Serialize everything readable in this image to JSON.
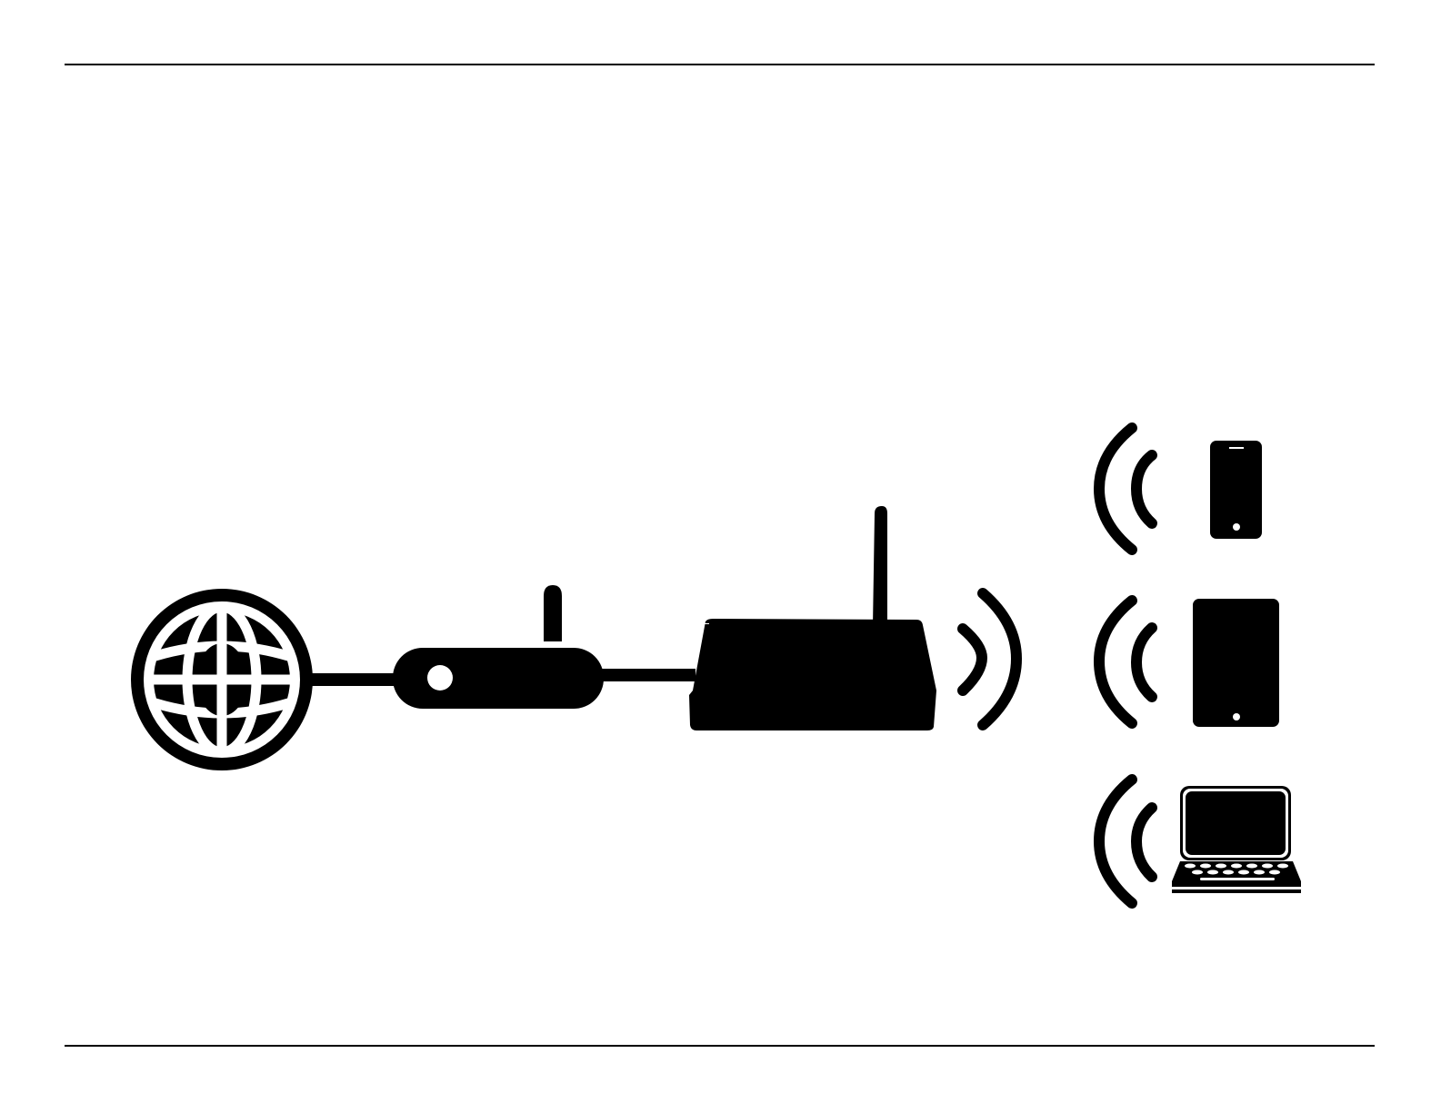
{
  "colors": {
    "ink": "#000000",
    "paper": "#ffffff"
  },
  "nodes": [
    {
      "id": "internet",
      "icon": "globe-icon"
    },
    {
      "id": "modem",
      "icon": "modem-icon"
    },
    {
      "id": "router",
      "icon": "router-icon"
    },
    {
      "id": "phone",
      "icon": "smartphone-icon"
    },
    {
      "id": "tablet",
      "icon": "tablet-icon"
    },
    {
      "id": "laptop",
      "icon": "laptop-icon"
    }
  ],
  "connections": [
    {
      "from": "internet",
      "to": "modem",
      "kind": "wired"
    },
    {
      "from": "modem",
      "to": "router",
      "kind": "wired"
    },
    {
      "from": "router",
      "to": "phone",
      "kind": "wireless"
    },
    {
      "from": "router",
      "to": "tablet",
      "kind": "wireless"
    },
    {
      "from": "router",
      "to": "laptop",
      "kind": "wireless"
    }
  ]
}
